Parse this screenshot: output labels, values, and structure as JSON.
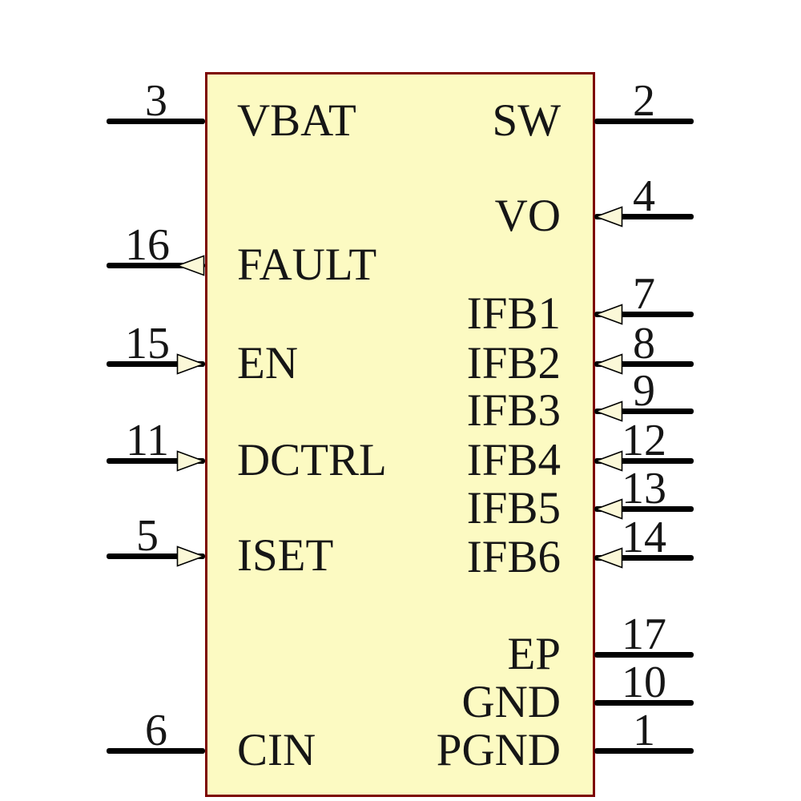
{
  "diagram": {
    "type": "ic-schematic-symbol",
    "body_fill": "#FCFAC2",
    "body_border": "#7D0404",
    "pin_line_color": "#000000",
    "arrow_fill": "#FBF8D8",
    "arrow_stroke": "#000000",
    "left_pins": [
      {
        "label": "VBAT",
        "number": "3",
        "arrow": "none"
      },
      {
        "label": "FAULT",
        "number": "16",
        "arrow": "out"
      },
      {
        "label": "EN",
        "number": "15",
        "arrow": "in"
      },
      {
        "label": "DCTRL",
        "number": "11",
        "arrow": "in"
      },
      {
        "label": "ISET",
        "number": "5",
        "arrow": "in"
      },
      {
        "label": "CIN",
        "number": "6",
        "arrow": "none"
      }
    ],
    "right_pins": [
      {
        "label": "SW",
        "number": "2",
        "arrow": "none"
      },
      {
        "label": "VO",
        "number": "4",
        "arrow": "in"
      },
      {
        "label": "IFB1",
        "number": "7",
        "arrow": "in"
      },
      {
        "label": "IFB2",
        "number": "8",
        "arrow": "in"
      },
      {
        "label": "IFB3",
        "number": "9",
        "arrow": "in"
      },
      {
        "label": "IFB4",
        "number": "12",
        "arrow": "in"
      },
      {
        "label": "IFB5",
        "number": "13",
        "arrow": "in"
      },
      {
        "label": "IFB6",
        "number": "14",
        "arrow": "in"
      },
      {
        "label": "EP",
        "number": "17",
        "arrow": "none"
      },
      {
        "label": "GND",
        "number": "10",
        "arrow": "none"
      },
      {
        "label": "PGND",
        "number": "1",
        "arrow": "none"
      }
    ]
  }
}
